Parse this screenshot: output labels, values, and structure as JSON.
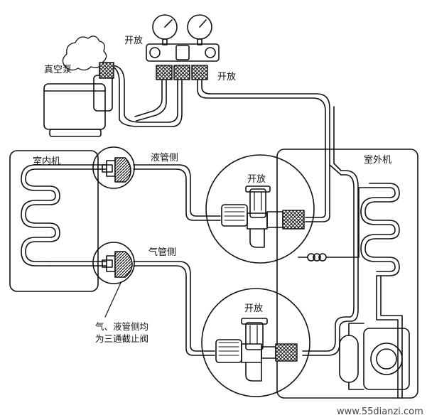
{
  "labels": {
    "vacuum_pump": "真空泵",
    "open_top_left": "开放",
    "open_top_right": "开放",
    "indoor_unit": "室内机",
    "outdoor_unit": "室外机",
    "liquid_side": "液管侧",
    "gas_side": "气管侧",
    "open_valve_upper": "开放",
    "open_valve_lower": "开放",
    "note_line1": "气、液管侧均",
    "note_line2": "为三通截止阀"
  },
  "watermark": "www.55dianzi.com",
  "colors": {
    "line": "#111111",
    "background": "#ffffff",
    "hatch": "#222222"
  }
}
